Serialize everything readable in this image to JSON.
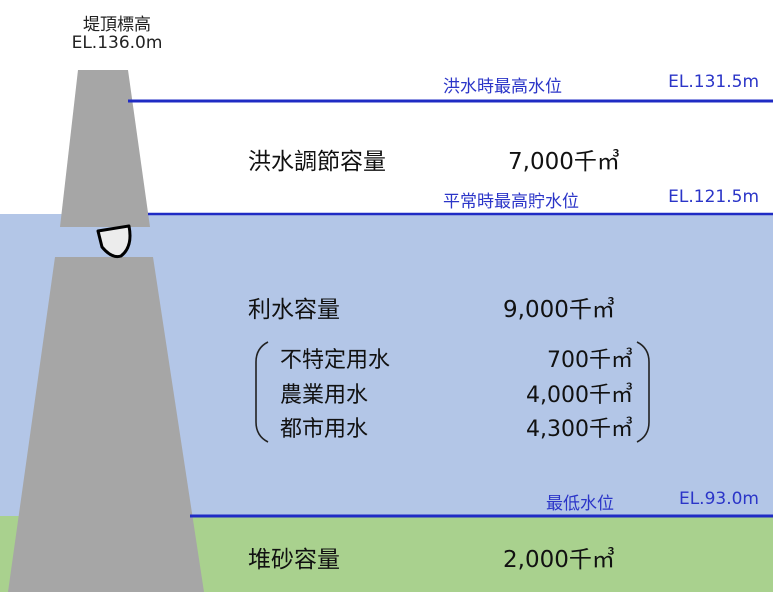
{
  "crest": {
    "title": "堤頂標高",
    "elevation": "EL.136.0m"
  },
  "levels": {
    "flood_max": {
      "label": "洪水時最高水位",
      "elevation": "EL.131.5m"
    },
    "normal_max": {
      "label": "平常時最高貯水位",
      "elevation": "EL.121.5m"
    },
    "min_level": {
      "label": "最低水位",
      "elevation": "EL.93.0m"
    }
  },
  "zones": {
    "flood_control": {
      "name": "洪水調節容量",
      "volume": "7,000千㎥"
    },
    "water_use": {
      "name": "利水容量",
      "volume": "9,000千㎥"
    },
    "sediment": {
      "name": "堆砂容量",
      "volume": "2,000千㎥"
    }
  },
  "breakdown": [
    {
      "name": "不特定用水",
      "volume": "700千㎥"
    },
    {
      "name": "農業用水",
      "volume": "4,000千㎥"
    },
    {
      "name": "都市用水",
      "volume": "4,300千㎥"
    }
  ],
  "colors": {
    "water": "#b3c6e7",
    "sediment": "#a9d18e",
    "dam": "#a6a6a6",
    "line": "#1f2bc4"
  }
}
